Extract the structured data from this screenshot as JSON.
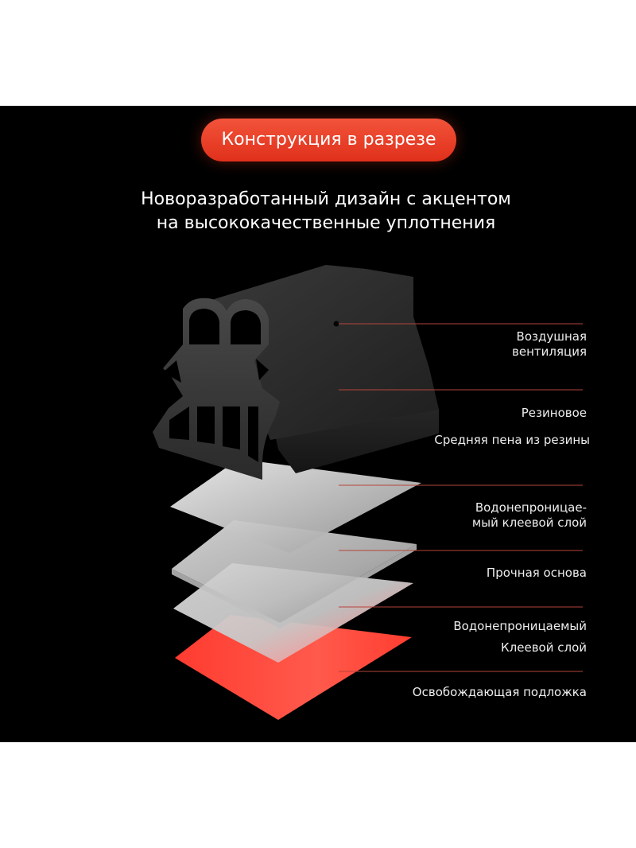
{
  "title_pill": "Конструкция в разрезе",
  "headline": {
    "line1": "Новоразработанный дизайн с акцентом",
    "line2": "на высококачественные уплотнения"
  },
  "labels": {
    "air_vent": [
      "Воздушная",
      "вентиляция"
    ],
    "rubber": "Резиновое",
    "foam": "Средняя пена из резины",
    "waterproof_adhesive_1": [
      "Водонепроницае-",
      "мый клеевой слой"
    ],
    "base": "Прочная основа",
    "waterproof_2": "Водонепроницаемый",
    "adhesive_2": "Клеевой слой",
    "release_liner": "Освобождающая подложка"
  },
  "colors": {
    "accent": "#e8371f",
    "panel": "#000000",
    "leader_line": "#b5453a",
    "liner": "#ff4a3d",
    "rubber": "#2b2b2b"
  }
}
